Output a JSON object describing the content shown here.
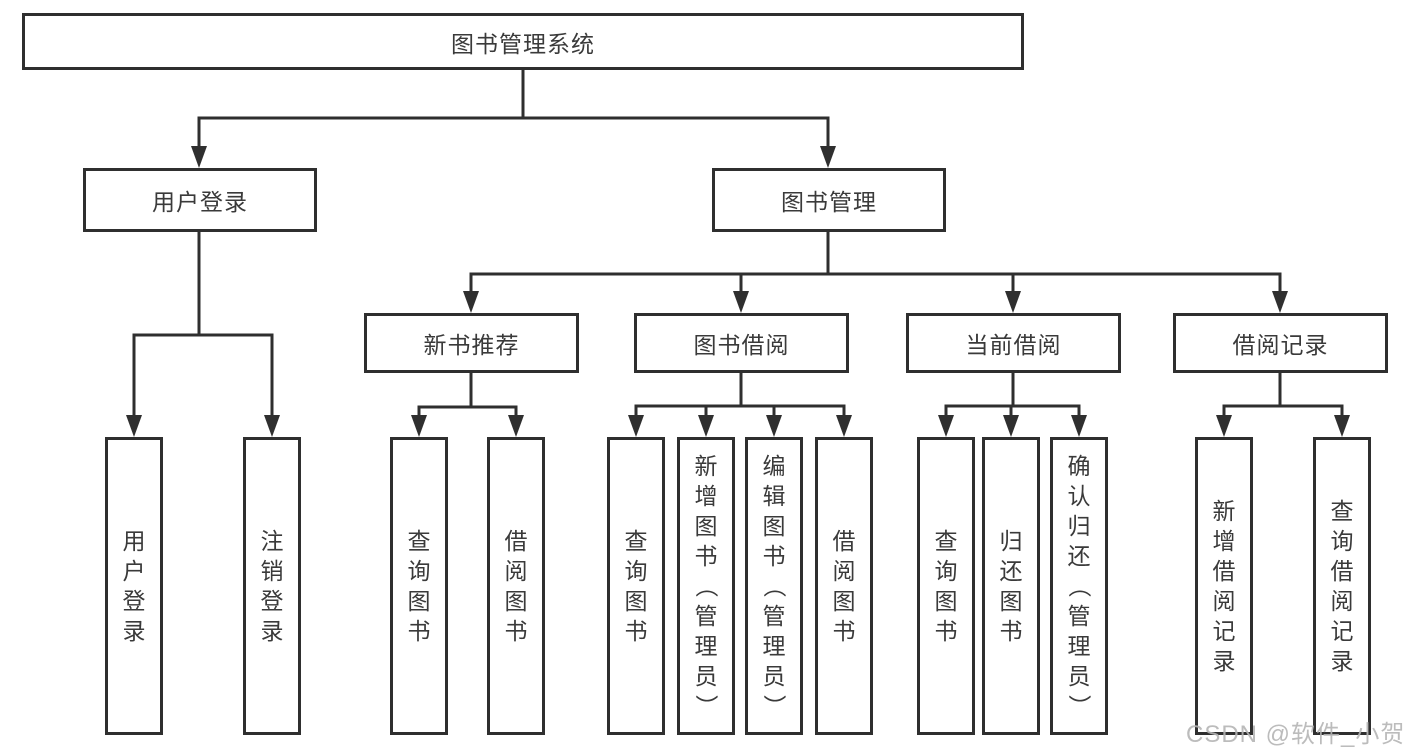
{
  "nodes": {
    "root": "图书管理系统",
    "level2": {
      "user_login": "用户登录",
      "book_management": "图书管理"
    },
    "level3": {
      "new_book_recommend": "新书推荐",
      "book_borrowing": "图书借阅",
      "current_borrowing": "当前借阅",
      "borrowing_records": "借阅记录"
    },
    "leaves": {
      "user_login": [
        "用户登录",
        "注销登录"
      ],
      "new_book_recommend": [
        "查询图书",
        "借阅图书"
      ],
      "book_borrowing": [
        "查询图书",
        "新增图书（管理员）",
        "编辑图书（管理员）",
        "借阅图书"
      ],
      "current_borrowing": [
        "查询图书",
        "归还图书",
        "确认归还（管理员）"
      ],
      "borrowing_records": [
        "新增借阅记录",
        "查询借阅记录"
      ]
    }
  },
  "watermark": "CSDN @软件_小贺同学",
  "colors": {
    "line": "#2f2f2f",
    "text": "#3a3a3a",
    "watermark": "#b5b5b5",
    "background": "#ffffff"
  }
}
